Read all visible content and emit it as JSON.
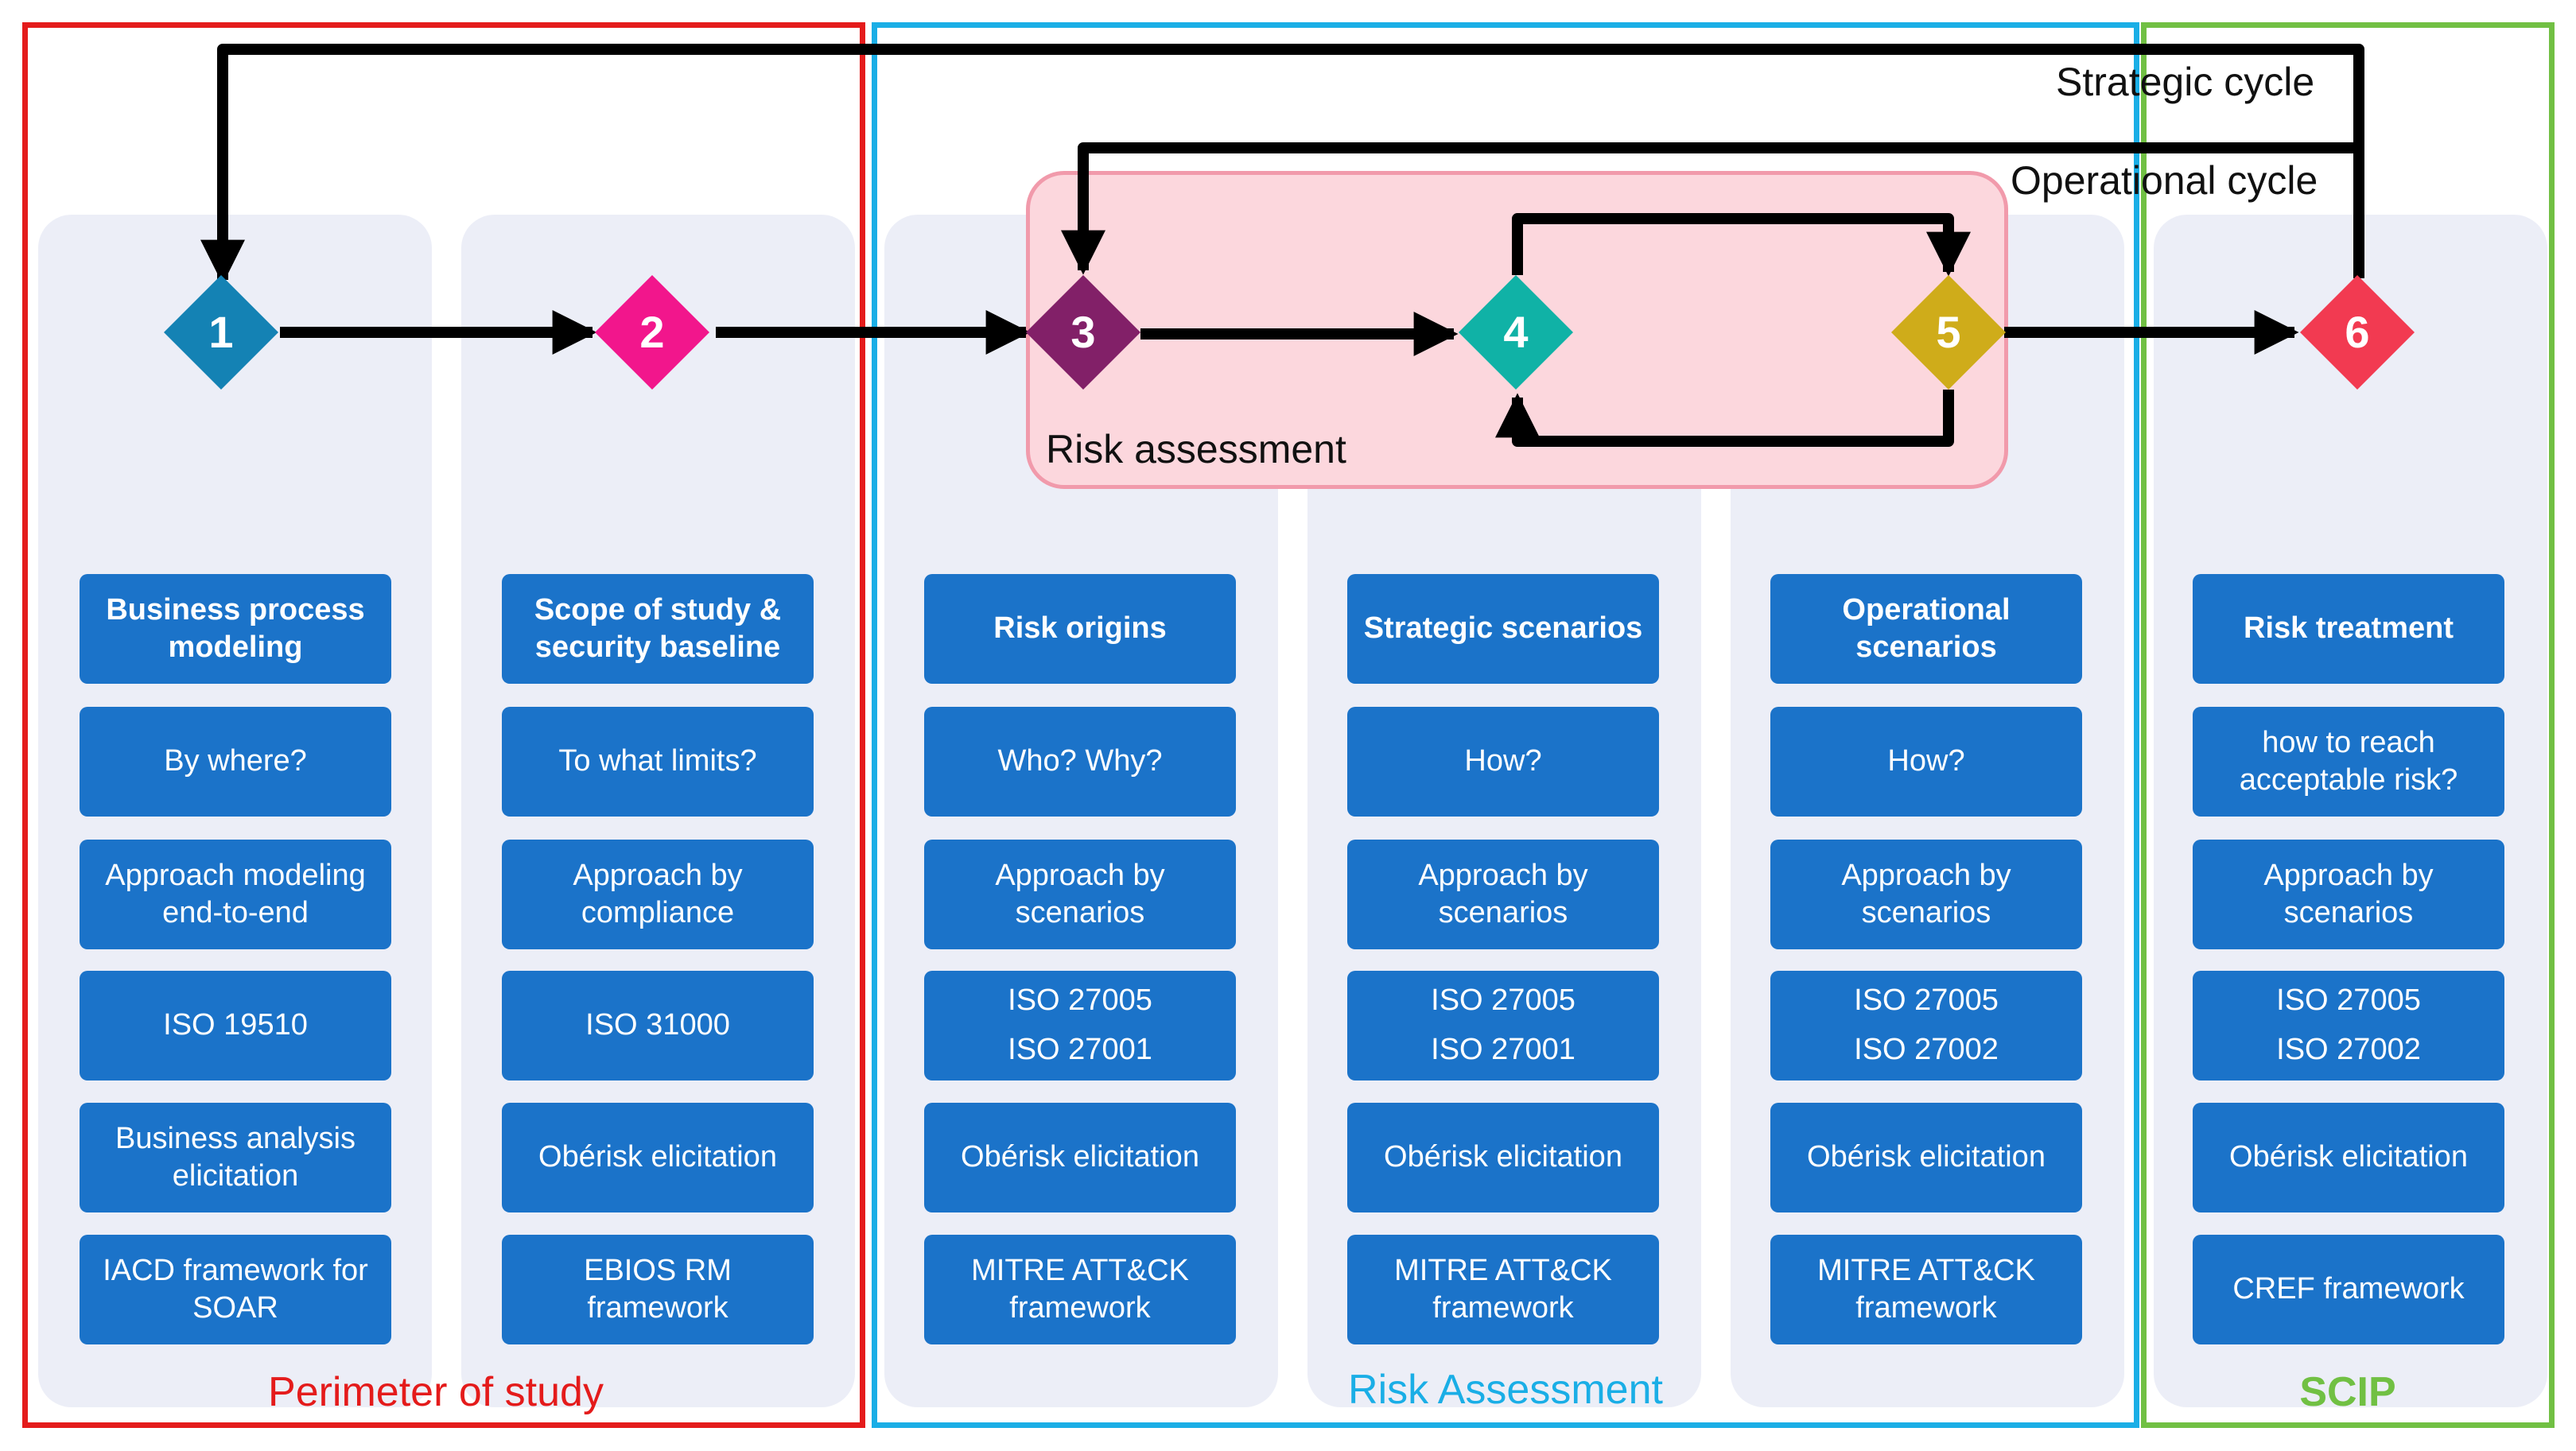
{
  "labels": {
    "strategic_cycle": "Strategic cycle",
    "operational_cycle": "Operational cycle",
    "risk_assessment_zone": "Risk assessment"
  },
  "frames": {
    "perimeter": {
      "label": "Perimeter of study",
      "color": "#e41b1b"
    },
    "risk": {
      "label": "Risk Assessment",
      "color": "#1aaee6"
    },
    "scip": {
      "label": "SCIP",
      "color": "#71c043"
    }
  },
  "steps": [
    {
      "number": "1",
      "color": "#1482b4"
    },
    {
      "number": "2",
      "color": "#f2168c"
    },
    {
      "number": "3",
      "color": "#822068"
    },
    {
      "number": "4",
      "color": "#10b2a6"
    },
    {
      "number": "5",
      "color": "#cfac1a"
    },
    {
      "number": "6",
      "color": "#f23a51"
    }
  ],
  "columns": [
    {
      "title": "Business process\nmodeling",
      "question": "By where?",
      "approach": "Approach modeling\nend-to-end",
      "standards": [
        "ISO 19510"
      ],
      "elicitation": "Business analysis\nelicitation",
      "framework": "IACD framework for\nSOAR"
    },
    {
      "title": "Scope of study &\nsecurity baseline",
      "question": "To what limits?",
      "approach": "Approach by\ncompliance",
      "standards": [
        "ISO 31000"
      ],
      "elicitation": "Obérisk elicitation",
      "framework": "EBIOS RM\nframework"
    },
    {
      "title": "Risk origins",
      "question": "Who? Why?",
      "approach": "Approach by\nscenarios",
      "standards": [
        "ISO 27005",
        "ISO 27001"
      ],
      "elicitation": "Obérisk elicitation",
      "framework": "MITRE ATT&CK\nframework"
    },
    {
      "title": "Strategic scenarios",
      "question": "How?",
      "approach": "Approach by\nscenarios",
      "standards": [
        "ISO 27005",
        "ISO 27001"
      ],
      "elicitation": "Obérisk elicitation",
      "framework": "MITRE ATT&CK\nframework"
    },
    {
      "title": "Operational\nscenarios",
      "question": "How?",
      "approach": "Approach by\nscenarios",
      "standards": [
        "ISO 27005",
        "ISO 27002"
      ],
      "elicitation": "Obérisk elicitation",
      "framework": "MITRE ATT&CK\nframework"
    },
    {
      "title": "Risk treatment",
      "question": "how to reach\nacceptable risk?",
      "approach": "Approach by\nscenarios",
      "standards": [
        "ISO 27005",
        "ISO 27002"
      ],
      "elicitation": "Obérisk elicitation",
      "framework": "CREF framework"
    }
  ]
}
